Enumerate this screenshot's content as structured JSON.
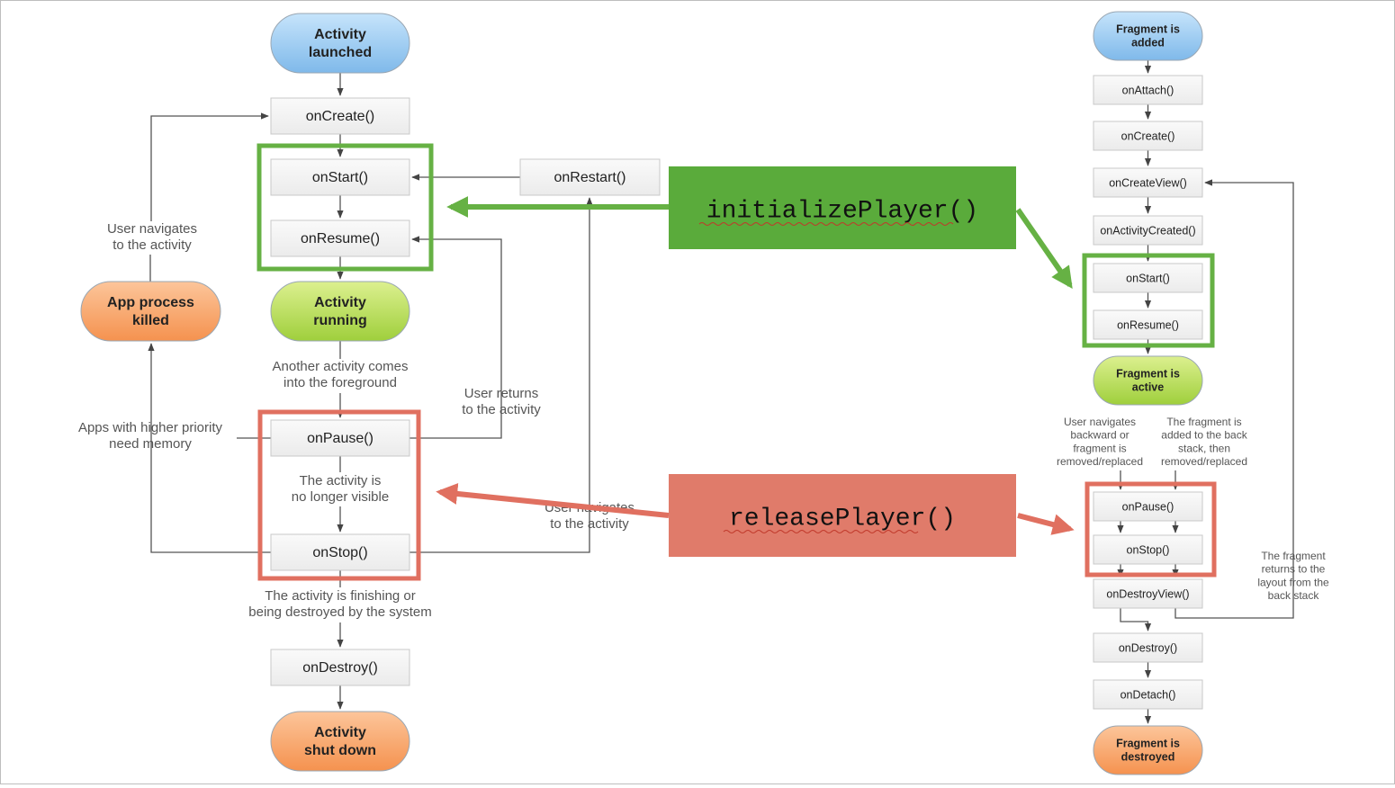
{
  "colors": {
    "blue": "#8ec5f0",
    "green": "#b5dc5a",
    "orange": "#f7a56a",
    "method_fill": "#f2f2f2",
    "method_stroke": "#c8c8c8",
    "line": "#555555",
    "highlight_green": "#66b144",
    "highlight_red": "#e07060",
    "label_green_bg": "#5aab3b",
    "label_red_bg": "#e07b6a"
  },
  "activity": {
    "launched": [
      "Activity",
      "launched"
    ],
    "running": [
      "Activity",
      "running"
    ],
    "killed": [
      "App process",
      "killed"
    ],
    "shutdown": [
      "Activity",
      "shut down"
    ],
    "on_create": "onCreate()",
    "on_start": "onStart()",
    "on_resume": "onResume()",
    "on_restart": "onRestart()",
    "on_pause": "onPause()",
    "on_stop": "onStop()",
    "on_destroy": "onDestroy()",
    "note_user_nav": [
      "User navigates",
      "to the activity"
    ],
    "note_foreground": [
      "Another activity comes",
      "into the foreground"
    ],
    "note_user_returns": [
      "User returns",
      "to the activity"
    ],
    "note_memory": [
      "Apps with higher priority",
      "need memory"
    ],
    "note_not_visible": [
      "The activity is",
      "no longer visible"
    ],
    "note_user_nav2": [
      "User navigates",
      "to the activity"
    ],
    "note_finishing": [
      "The activity is finishing or",
      "being destroyed by the system"
    ]
  },
  "fragment": {
    "added": [
      "Fragment is",
      "added"
    ],
    "active": [
      "Fragment is",
      "active"
    ],
    "destroyed": [
      "Fragment is",
      "destroyed"
    ],
    "on_attach": "onAttach()",
    "on_create": "onCreate()",
    "on_create_view": "onCreateView()",
    "on_activity_created": "onActivityCreated()",
    "on_start": "onStart()",
    "on_resume": "onResume()",
    "on_pause": "onPause()",
    "on_stop": "onStop()",
    "on_destroy_view": "onDestroyView()",
    "on_destroy": "onDestroy()",
    "on_detach": "onDetach()",
    "note_backward": [
      "User navigates",
      "backward or",
      "fragment is",
      "removed/replaced"
    ],
    "note_backstack": [
      "The fragment is",
      "added to the back",
      "stack, then",
      "removed/replaced"
    ],
    "note_returns": [
      "The fragment",
      "returns to the",
      "layout from the",
      "back stack"
    ]
  },
  "callouts": {
    "initialize": "initializePlayer()",
    "release": "releasePlayer()"
  }
}
